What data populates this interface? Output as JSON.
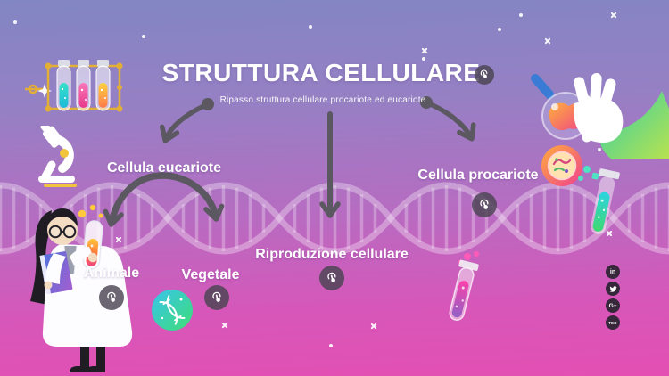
{
  "header": {
    "title": "STRUTTURA CELLULARE",
    "subtitle": "Ripasso struttura cellulare procariote ed eucariote"
  },
  "topics": {
    "eucariote": {
      "label": "Cellula eucariote"
    },
    "procariote": {
      "label": "Cellula procariote"
    },
    "riproduzione": {
      "label": "Riproduzione cellulare"
    },
    "animale": {
      "label": "Animale"
    },
    "vegetale": {
      "label": "Vegetale"
    }
  },
  "social": {
    "linkedin": "in",
    "google_plus": "G+",
    "ted": "TED"
  },
  "colors": {
    "background_top": "#8286c3",
    "background_bottom": "#e44fb3",
    "text": "#ffffff",
    "arrow": "#5b5861",
    "click_button_bg": "#4a4452",
    "dna_helix": "#ffffff"
  }
}
